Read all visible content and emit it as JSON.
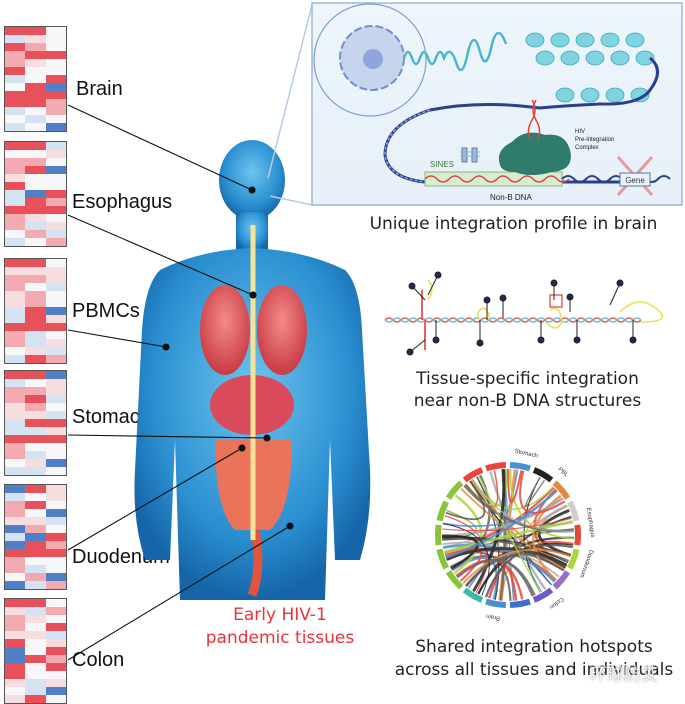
{
  "figure": {
    "tissues": [
      {
        "name": "Brain"
      },
      {
        "name": "Esophagus"
      },
      {
        "name": "PBMCs"
      },
      {
        "name": "Stomach"
      },
      {
        "name": "Duodenum"
      },
      {
        "name": "Colon"
      }
    ],
    "body_caption_line1": "Early HIV-1",
    "body_caption_line2": "pandemic tissues",
    "inset": {
      "label_hiv": "HIV",
      "label_pic1": "Pre-integration",
      "label_pic2": "Complex",
      "label_sines": "SINES",
      "label_nonb": "Non-B DNA",
      "label_gene": "Gene"
    },
    "caption_brain": "Unique integration profile in brain",
    "caption_nonb_line1": "Tissue-specific integration",
    "caption_nonb_line2": "near non-B DNA structures",
    "caption_shared_line1": "Shared integration hotspots",
    "caption_shared_line2": "across all tissues and individuals",
    "circos_labels": [
      "Stomach",
      "PBL",
      "Esophagus",
      "Duodenum",
      "Colon",
      "Brain"
    ],
    "watermark": "环球防艾"
  },
  "colors": {
    "heat_red": "#e8505a",
    "heat_pink": "#f2a9b0",
    "heat_lightpink": "#f8dde0",
    "heat_white": "#f7f7fa",
    "heat_lightblue": "#d5e2f2",
    "heat_blue": "#4f7fc6",
    "body_blue": "#3aa0d8",
    "caption_red": "#e8333a"
  },
  "heatmaps": [
    [
      "r",
      "r",
      "w",
      "lb",
      "lp",
      "w",
      "r",
      "p",
      "w",
      "p",
      "r",
      "r",
      "p",
      "lp",
      "w",
      "r",
      "w",
      "w",
      "lb",
      "w",
      "r",
      "w",
      "r",
      "b",
      "r",
      "r",
      "r",
      "r",
      "r",
      "p",
      "lb",
      "w",
      "p",
      "w",
      "lb",
      "w",
      "lb",
      "w",
      "b"
    ],
    [
      "r",
      "r",
      "lb",
      "w",
      "w",
      "lp",
      "p",
      "p",
      "w",
      "p",
      "r",
      "b",
      "lp",
      "w",
      "w",
      "r",
      "w",
      "w",
      "lb",
      "b",
      "r",
      "lb",
      "r",
      "p",
      "r",
      "r",
      "r",
      "p",
      "lp",
      "w",
      "p",
      "lb",
      "lp",
      "w",
      "p",
      "lb",
      "lb",
      "w",
      "p"
    ],
    [
      "r",
      "r",
      "w",
      "lp",
      "lp",
      "lp",
      "p",
      "p",
      "lp",
      "p",
      "w",
      "lb",
      "lp",
      "p",
      "w",
      "lp",
      "p",
      "w",
      "lb",
      "r",
      "b",
      "lb",
      "r",
      "lp",
      "r",
      "r",
      "r",
      "p",
      "lb",
      "w",
      "p",
      "lb",
      "lp",
      "w",
      "lp",
      "lb",
      "lb",
      "r",
      "p"
    ],
    [
      "r",
      "r",
      "b",
      "lb",
      "w",
      "lp",
      "p",
      "p",
      "lp",
      "p",
      "r",
      "lb",
      "lp",
      "p",
      "w",
      "lp",
      "lp",
      "lb",
      "lb",
      "r",
      "r",
      "lb",
      "lb",
      "lp",
      "r",
      "r",
      "r",
      "p",
      "w",
      "w",
      "p",
      "lb",
      "w",
      "w",
      "lp",
      "b",
      "lb",
      "lb",
      "w"
    ],
    [
      "b",
      "r",
      "lp",
      "lb",
      "w",
      "lp",
      "p",
      "r",
      "w",
      "p",
      "w",
      "b",
      "lp",
      "lp",
      "lb",
      "b",
      "p",
      "w",
      "lb",
      "b",
      "r",
      "b",
      "r",
      "p",
      "r",
      "r",
      "r",
      "p",
      "w",
      "w",
      "p",
      "lb",
      "w",
      "w",
      "p",
      "b",
      "b",
      "lb",
      "p"
    ],
    [
      "r",
      "r",
      "w",
      "lp",
      "lb",
      "p",
      "p",
      "lp",
      "w",
      "p",
      "w",
      "r",
      "lp",
      "lp",
      "lb",
      "r",
      "w",
      "lp",
      "b",
      "w",
      "r",
      "b",
      "r",
      "p",
      "r",
      "w",
      "r",
      "r",
      "w",
      "w",
      "lp",
      "lb",
      "lp",
      "w",
      "lb",
      "b",
      "lp",
      "r",
      "w"
    ]
  ]
}
